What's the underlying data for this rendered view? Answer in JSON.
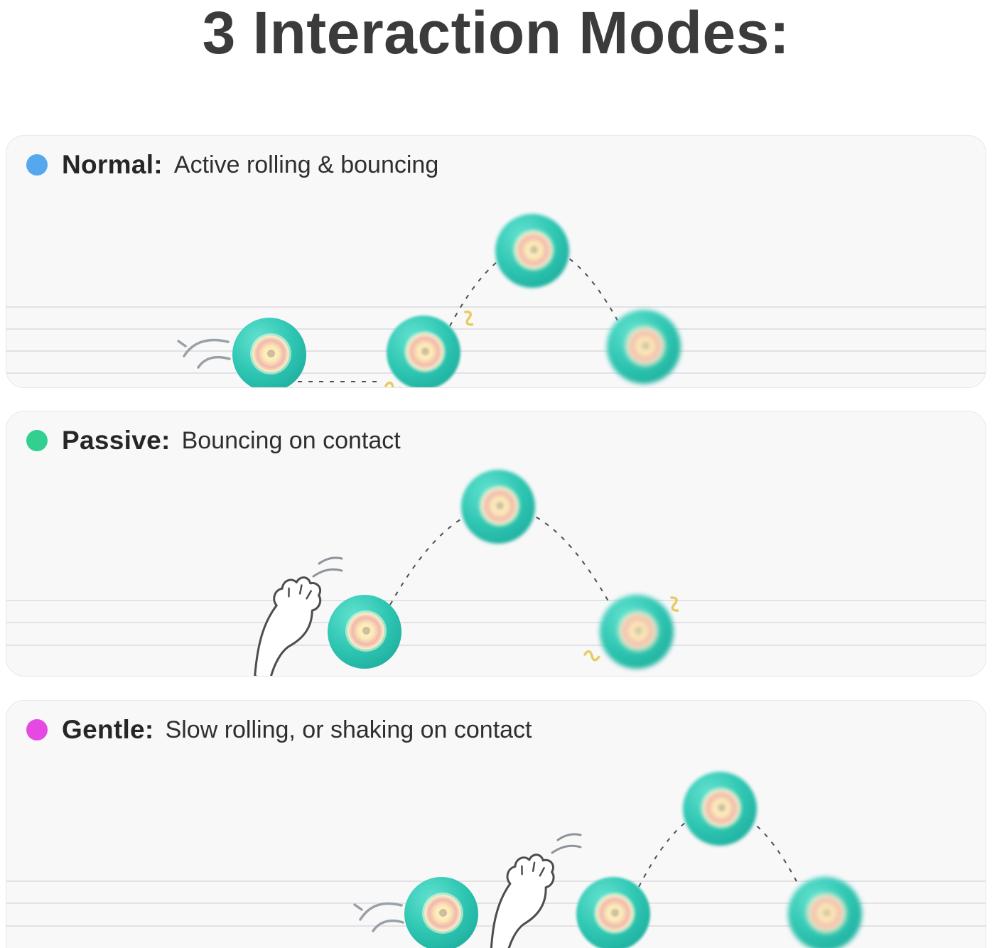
{
  "title": "3 Interaction Modes:",
  "modes": [
    {
      "id": "normal",
      "label": "Normal:",
      "description": "Active rolling & bouncing",
      "dot_color": "#55a8ee"
    },
    {
      "id": "passive",
      "label": "Passive:",
      "description": "Bouncing on contact",
      "dot_color": "#32d090"
    },
    {
      "id": "gentle",
      "label": "Gentle:",
      "description": "Slow rolling, or shaking on contact",
      "dot_color": "#e649e2"
    }
  ],
  "colors": {
    "title_text": "#3b3b3b",
    "panel_bg": "#f8f8f9",
    "panel_border": "#e8e8eb",
    "ball": "#2ec6b2",
    "ball_light": "#62e2d0",
    "ball_dark": "#17a393",
    "face_ring": "#f6eec6",
    "face_inner": "#f2b7ad",
    "accent_squiggle": "#e8cb5f"
  }
}
